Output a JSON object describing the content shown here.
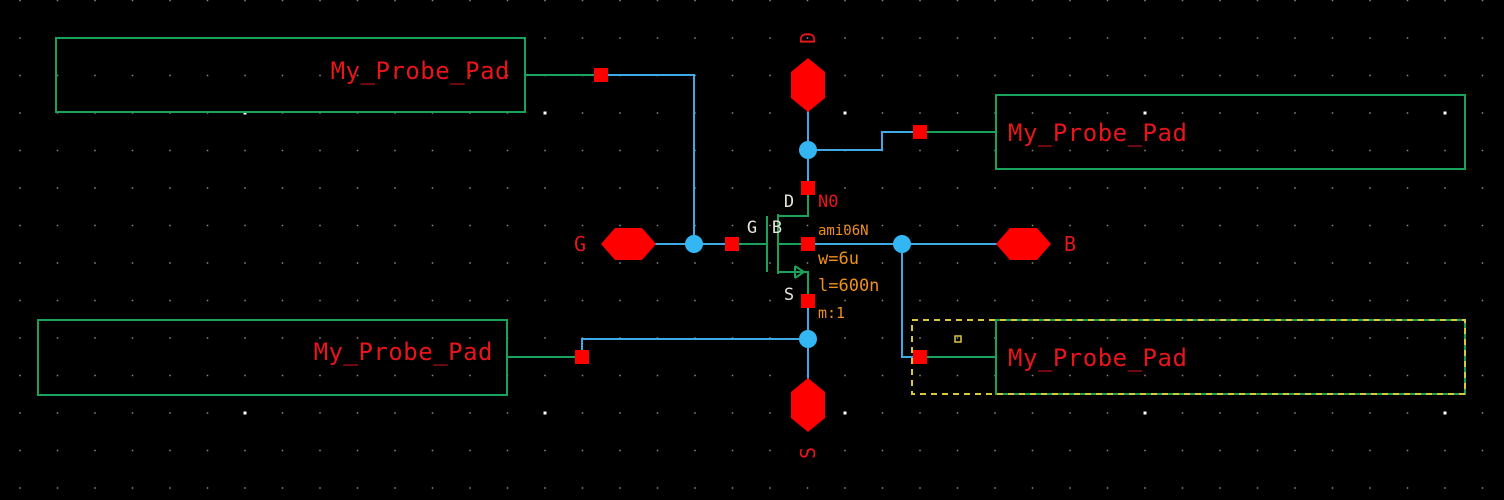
{
  "app": {
    "view": "schematic-editor",
    "background_color": "#000000"
  },
  "colors": {
    "wire": "#3fa9e6",
    "symbol_line": "#19a35a",
    "pin_fill": "#ff0000",
    "junction": "#33b6f2",
    "pin_label": "#e8151b",
    "terminal_label": "#e8e4d8",
    "param_label": "#f0901a",
    "selection": "#d8c83a",
    "grid_dot": "#8a8a8a"
  },
  "instances": [
    {
      "id": "probe-pad-top-left",
      "name": "My_Probe_Pad",
      "selected": false
    },
    {
      "id": "probe-pad-top-right",
      "name": "My_Probe_Pad",
      "selected": false
    },
    {
      "id": "probe-pad-bottom-left",
      "name": "My_Probe_Pad",
      "selected": false
    },
    {
      "id": "probe-pad-bottom-right",
      "name": "My_Probe_Pad",
      "selected": true
    }
  ],
  "pins": {
    "drain": "D",
    "source": "S",
    "gate": "G",
    "bulk": "B"
  },
  "transistor": {
    "instance_name": "N0",
    "cell_name": "ami06N",
    "width_param": "w=6u",
    "length_param": "l=600n",
    "multiplier_param": "m:1",
    "terminals": {
      "drain": "D",
      "gate": "G",
      "bulk": "B",
      "source": "S"
    }
  }
}
